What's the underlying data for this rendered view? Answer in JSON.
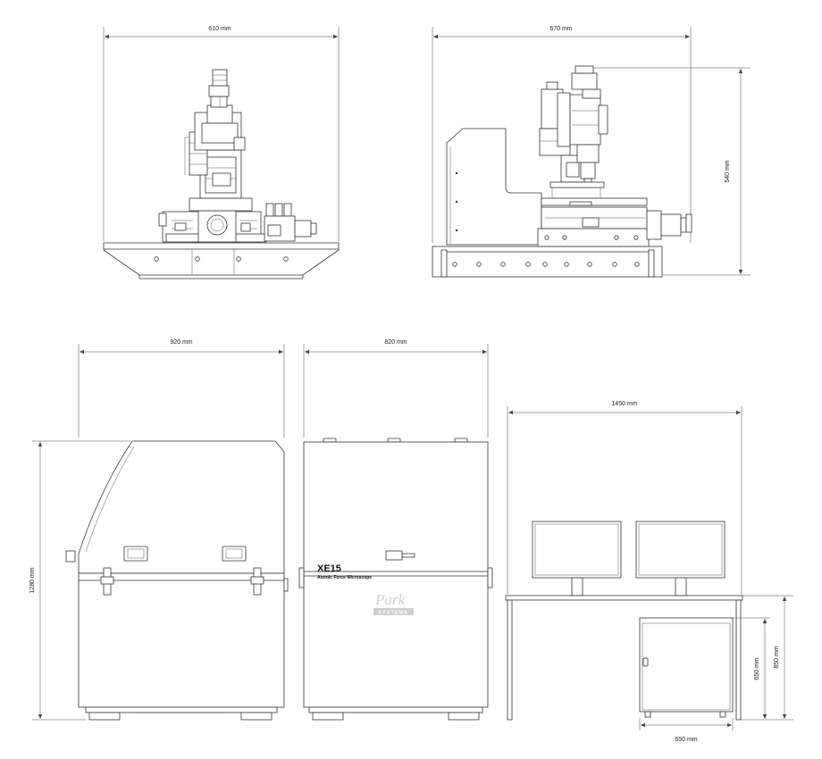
{
  "dimensions": {
    "front_view_width": "610 mm",
    "side_view_width": "670 mm",
    "side_view_height": "540 mm",
    "enclosure_front_width": "920 mm",
    "enclosure_side_width": "820 mm",
    "enclosure_height": "1280 mm",
    "workstation_width": "1450 mm",
    "cabinet_height": "650 mm",
    "table_height": "850 mm",
    "cabinet_width": "650 mm"
  },
  "enclosure_label": {
    "model": "XE15",
    "subtitle": "Atomic Force Microscope",
    "logo": "Park",
    "logo_sub": "SYSTEMS"
  },
  "colors": {
    "line": "#333333",
    "logo": "#cfcfcf"
  }
}
